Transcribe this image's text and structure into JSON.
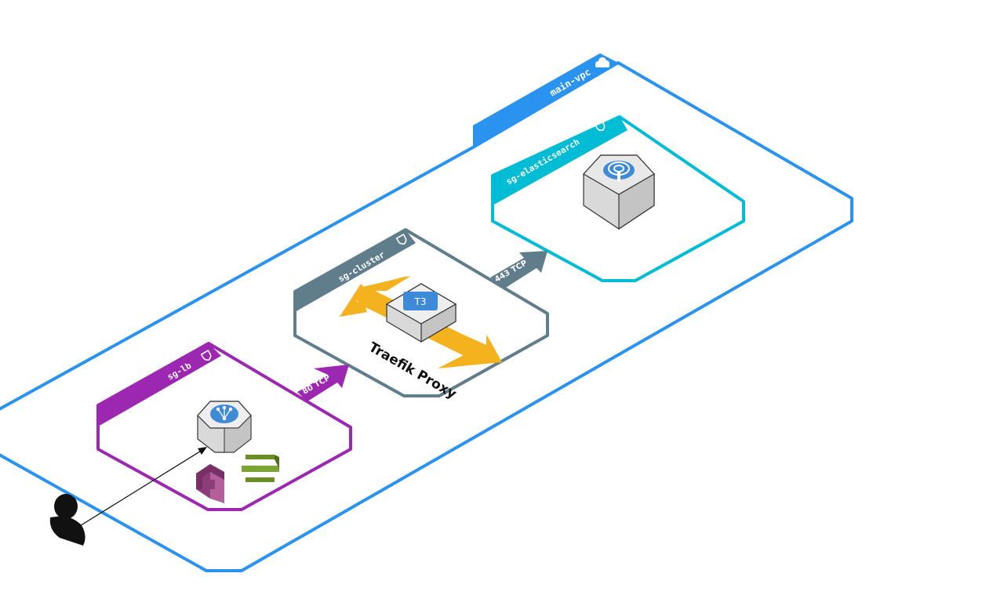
{
  "vpc": {
    "label": "main-vpc",
    "color": "#2a93ef"
  },
  "groups": {
    "lb": {
      "label": "sg-lb",
      "color": "#9c27b0"
    },
    "cluster": {
      "label": "sg-cluster",
      "color": "#607d8b"
    },
    "es": {
      "label": "sg-elasticsearch",
      "color": "#00bcd4"
    }
  },
  "flows": {
    "lb_to_cluster": {
      "label": "80 TCP",
      "color": "#9c27b0"
    },
    "cluster_to_es": {
      "label": "443 TCP",
      "color": "#607d8b"
    }
  },
  "proxy": {
    "label": "Traefik Proxy",
    "color": "#f4b21f"
  },
  "icons": {
    "user": "user-icon",
    "load_balancer": "load-balancer-icon",
    "traefik": "traefik-icon",
    "elasticsearch": "elasticsearch-icon",
    "cognito": "cognito-icon",
    "alb": "alb-icon",
    "shield": "shield-icon",
    "cloud": "cloud-icon"
  }
}
